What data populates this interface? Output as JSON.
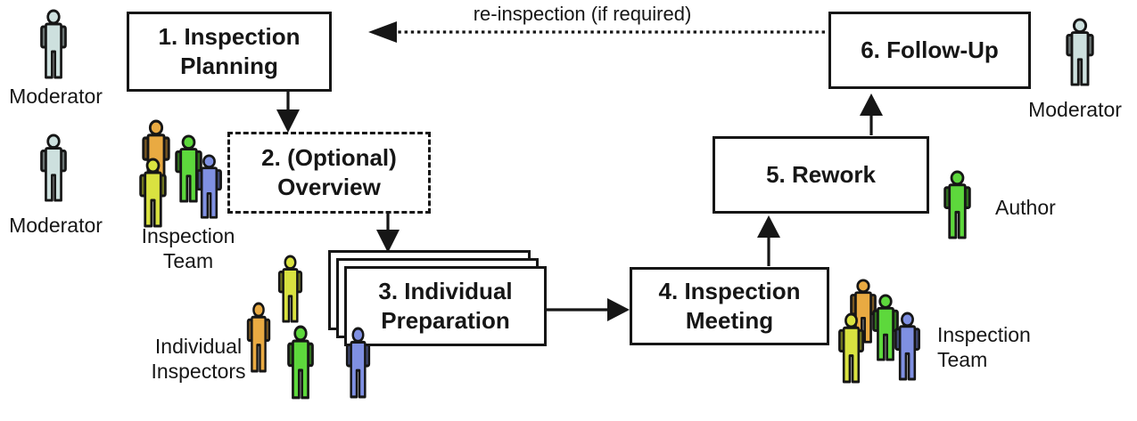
{
  "steps": [
    {
      "num": 1,
      "label": "1. Inspection\nPlanning",
      "style": "solid"
    },
    {
      "num": 2,
      "label": "2. (Optional)\nOverview",
      "style": "dashed"
    },
    {
      "num": 3,
      "label": "3. Individual\nPreparation",
      "style": "stacked"
    },
    {
      "num": 4,
      "label": "4. Inspection\nMeeting",
      "style": "solid"
    },
    {
      "num": 5,
      "label": "5. Rework",
      "style": "solid"
    },
    {
      "num": 6,
      "label": "6. Follow-Up",
      "style": "solid"
    }
  ],
  "edges": {
    "reinspection_label": "re-inspection (if required)"
  },
  "roles": {
    "moderator_top": "Moderator",
    "moderator_left": "Moderator",
    "inspection_team_left": "Inspection Team",
    "individual_inspectors": "Individual Inspectors",
    "inspection_team_right": "Inspection Team",
    "author": "Author",
    "moderator_right": "Moderator"
  },
  "colors": {
    "moderator": "#cde0de",
    "author": "#5dd83c",
    "inspector_orange": "#e9aa42",
    "inspector_green": "#5dd83c",
    "inspector_yellow": "#d9e240",
    "inspector_blue": "#7f90e2",
    "outline": "#161616"
  }
}
